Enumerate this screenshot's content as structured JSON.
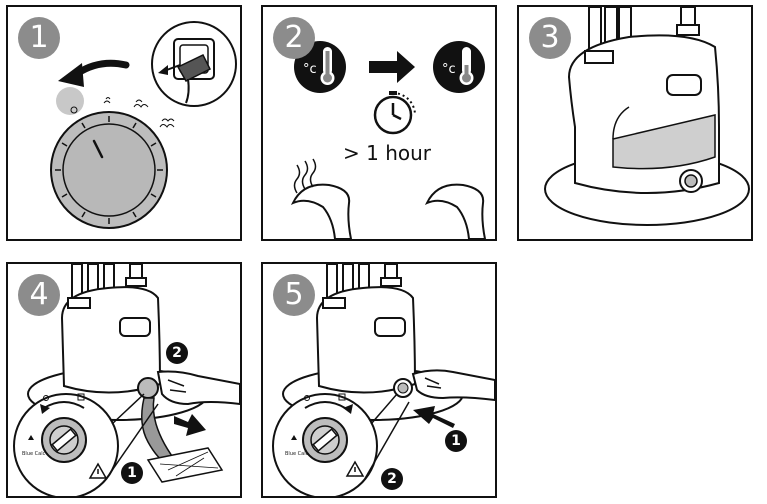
{
  "steps": [
    {
      "number": "1"
    },
    {
      "number": "2",
      "duration_text": "> 1 hour"
    },
    {
      "number": "3"
    },
    {
      "number": "4",
      "callouts": [
        "2",
        "1"
      ],
      "valve_label": "Blue Calc"
    },
    {
      "number": "5",
      "callouts": [
        "1",
        "2"
      ],
      "valve_label": "Blue Calc"
    }
  ],
  "colors": {
    "outline": "#111111",
    "badge": "#8c8c8c",
    "water": "#cfcfcf",
    "knob": "#bdbdbd"
  },
  "icons": [
    "unplug-icon",
    "turn-off-arrow-icon",
    "thermometer-hot-icon",
    "thermometer-cool-icon",
    "clock-icon",
    "warning-icon"
  ]
}
